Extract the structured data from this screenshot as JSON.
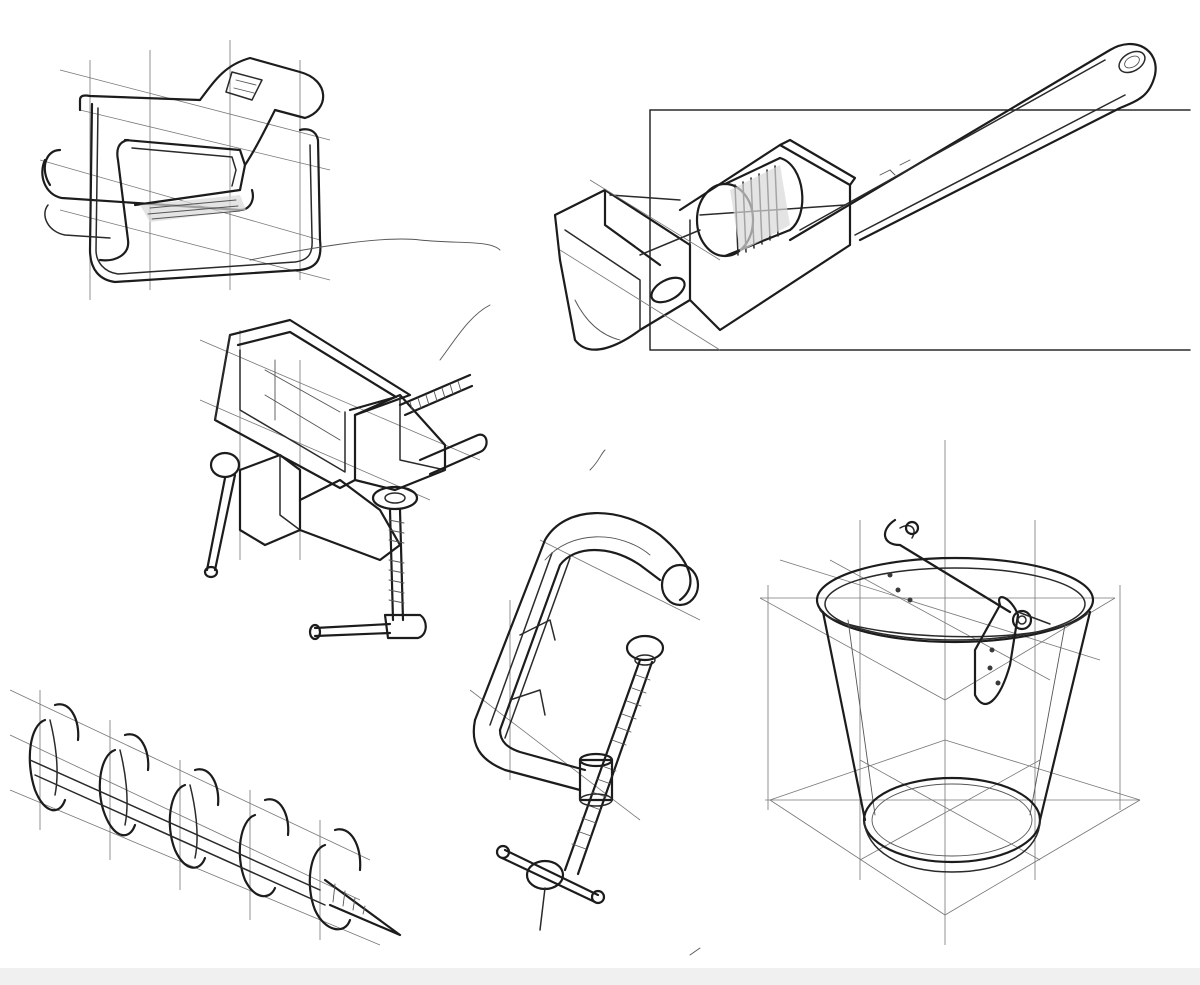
{
  "sheet": {
    "background": "#ffffff",
    "ink": "#1c1c1c",
    "sketches": [
      "tubular-armchair",
      "pipe-wrench",
      "bench-vise",
      "c-clamp",
      "metal-bucket",
      "auger-screw"
    ]
  }
}
